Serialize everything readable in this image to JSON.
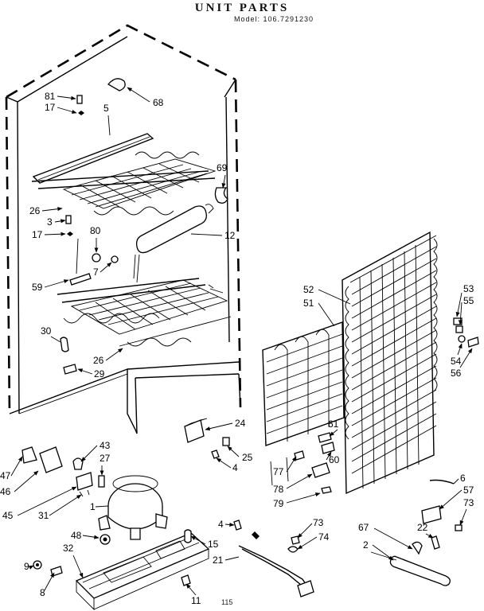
{
  "header": {
    "title": "UNIT PARTS",
    "model_line": "Model: 106.7291230"
  },
  "page_number": "115",
  "callouts": [
    {
      "id": "c81",
      "text": "81"
    },
    {
      "id": "c17a",
      "text": "17"
    },
    {
      "id": "c5",
      "text": "5"
    },
    {
      "id": "c68",
      "text": "68"
    },
    {
      "id": "c69",
      "text": "69"
    },
    {
      "id": "c26a",
      "text": "26"
    },
    {
      "id": "c3",
      "text": "3"
    },
    {
      "id": "c17b",
      "text": "17"
    },
    {
      "id": "c80",
      "text": "80"
    },
    {
      "id": "c12",
      "text": "12"
    },
    {
      "id": "c7",
      "text": "7"
    },
    {
      "id": "c59",
      "text": "59"
    },
    {
      "id": "c30",
      "text": "30"
    },
    {
      "id": "c26b",
      "text": "26"
    },
    {
      "id": "c29",
      "text": "29"
    },
    {
      "id": "c52",
      "text": "52"
    },
    {
      "id": "c51",
      "text": "51"
    },
    {
      "id": "c53",
      "text": "53"
    },
    {
      "id": "c55",
      "text": "55"
    },
    {
      "id": "c54",
      "text": "54"
    },
    {
      "id": "c56",
      "text": "56"
    },
    {
      "id": "c24",
      "text": "24"
    },
    {
      "id": "c25",
      "text": "25"
    },
    {
      "id": "c4a",
      "text": "4"
    },
    {
      "id": "c61",
      "text": "61"
    },
    {
      "id": "c60",
      "text": "60"
    },
    {
      "id": "c77",
      "text": "77"
    },
    {
      "id": "c78",
      "text": "78"
    },
    {
      "id": "c79",
      "text": "79"
    },
    {
      "id": "c43",
      "text": "43"
    },
    {
      "id": "c27",
      "text": "27"
    },
    {
      "id": "c47",
      "text": "47"
    },
    {
      "id": "c46",
      "text": "46"
    },
    {
      "id": "c45",
      "text": "45"
    },
    {
      "id": "c31",
      "text": "31"
    },
    {
      "id": "c1",
      "text": "1"
    },
    {
      "id": "c48",
      "text": "48"
    },
    {
      "id": "c32",
      "text": "32"
    },
    {
      "id": "c9",
      "text": "9"
    },
    {
      "id": "c8",
      "text": "8"
    },
    {
      "id": "c15",
      "text": "15"
    },
    {
      "id": "c21",
      "text": "21"
    },
    {
      "id": "c4b",
      "text": "4"
    },
    {
      "id": "c11",
      "text": "11"
    },
    {
      "id": "c73a",
      "text": "73"
    },
    {
      "id": "c74",
      "text": "74"
    },
    {
      "id": "c6",
      "text": "6"
    },
    {
      "id": "c57",
      "text": "57"
    },
    {
      "id": "c73b",
      "text": "73"
    },
    {
      "id": "c22",
      "text": "22"
    },
    {
      "id": "c67",
      "text": "67"
    },
    {
      "id": "c2",
      "text": "2"
    }
  ]
}
